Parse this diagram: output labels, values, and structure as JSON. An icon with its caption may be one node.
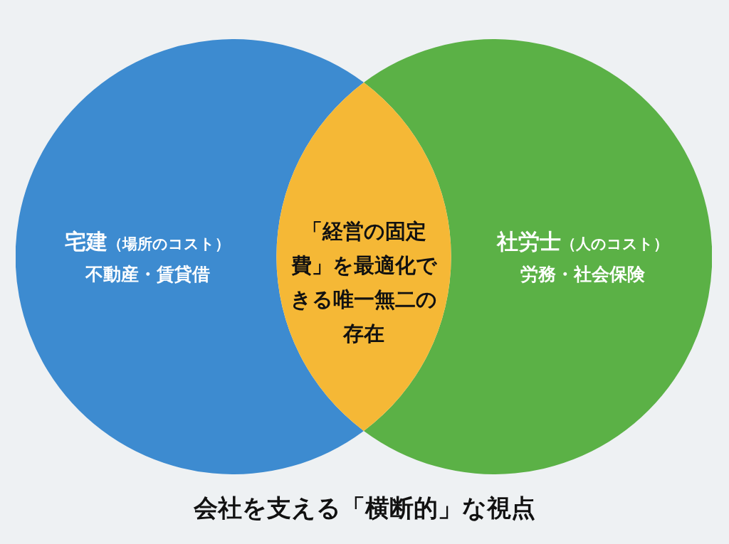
{
  "diagram": {
    "caption": "会社を支える「横断的」な視点",
    "nodes": [
      {
        "text": [
          "宅建",
          "（場所のコスト）",
          "不動産・賃貸借"
        ]
      },
      {
        "text": [
          "社労士",
          "（人のコスト）",
          "労務・社会保険"
        ]
      },
      {
        "text": [
          "「経営の固定費」を最適化できる唯一無二の存在"
        ]
      }
    ]
  }
}
